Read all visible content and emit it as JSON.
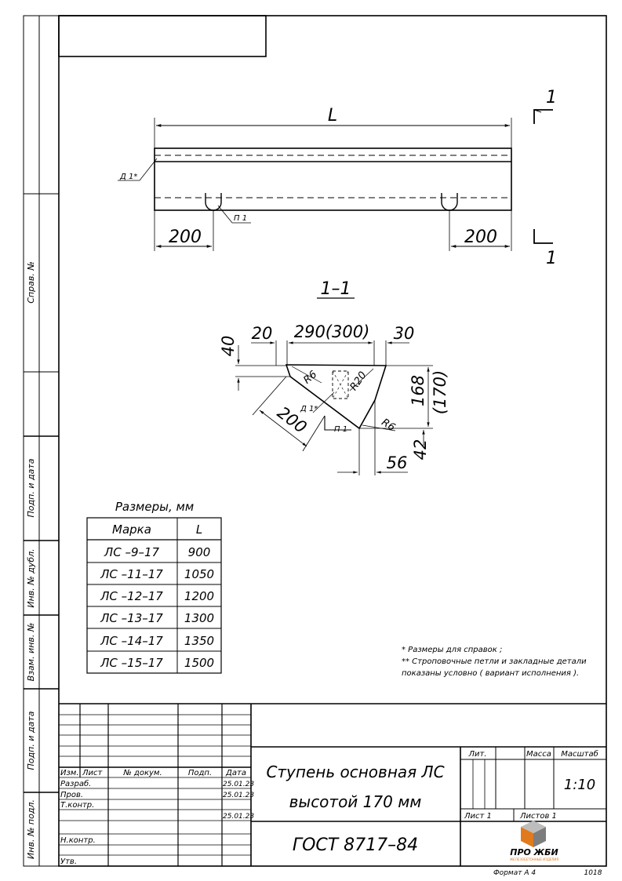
{
  "side_labels": {
    "sprav": "Справ. №",
    "podp1": "Подп. и дата",
    "inv_dubl": "Инв. № дубл.",
    "vzam": "Взам. инв. №",
    "podp2": "Подп. и дата",
    "inv_podl": "Инв. № подл."
  },
  "drawing": {
    "section_mark": "1",
    "section_title": "1–1",
    "dim_L": "L",
    "dim_200_left": "200",
    "dim_200_right": "200",
    "label_d1": "Д 1*",
    "label_p1": "П 1",
    "sec_dims": {
      "d20": "20",
      "d290": "290(300)",
      "d30": "30",
      "d40": "40",
      "d168": "168",
      "d170": "(170)",
      "d200": "200",
      "d56": "56",
      "d42": "42",
      "r6a": "R6",
      "r20": "R20",
      "r6b": "R6",
      "d1": "Д 1*",
      "p1": "П 1"
    }
  },
  "sizes_table": {
    "title": "Размеры, мм",
    "headers": [
      "Марка",
      "L"
    ],
    "rows": [
      [
        "ЛС –9–17",
        "900"
      ],
      [
        "ЛС –11–17",
        "1050"
      ],
      [
        "ЛС –12–17",
        "1200"
      ],
      [
        "ЛС –13–17",
        "1300"
      ],
      [
        "ЛС –14–17",
        "1350"
      ],
      [
        "ЛС –15–17",
        "1500"
      ]
    ]
  },
  "notes": [
    "* Размеры для справок ;",
    "** Строповочные петли и закладные детали",
    "показаны условно ( вариант исполнения )."
  ],
  "title_block": {
    "col_izm": "Изм.",
    "col_list": "Лист",
    "col_doc": "№ докум.",
    "col_podp": "Подп.",
    "col_data": "Дата",
    "razrab": "Разраб.",
    "prov": "Пров.",
    "tkontr": "Т.контр.",
    "nkontr": "Н.контр.",
    "utv": "Утв.",
    "date1": "25.01.23",
    "date2": "25.01.23",
    "date3": "25.01.23",
    "name_line1": "Ступень основная ЛС",
    "name_line2": "высотой 170 мм",
    "gost": "ГОСТ 8717–84",
    "lit": "Лит.",
    "massa": "Масса",
    "masshtab": "Масштаб",
    "scale": "1:10",
    "sheet": "Лист 1",
    "sheets": "Листов 1",
    "logo_text": "ПРО ЖБИ",
    "logo_sub": "ЖЕЛЕЗОБЕТОННЫЕ ИЗДЕЛИЯ",
    "format": "Формат А 4",
    "code": "1018"
  },
  "colors": {
    "ink": "#000000",
    "logo_orange": "#e07a1c",
    "logo_gray": "#7d7d7d",
    "logo_blue": "#2a4d8f"
  }
}
